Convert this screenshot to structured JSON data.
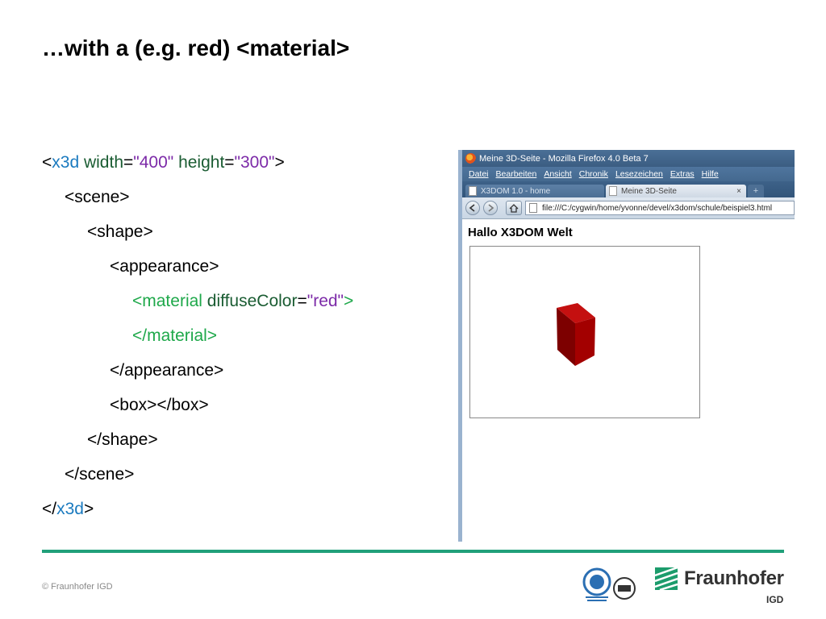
{
  "slide": {
    "title": "…with a (e.g. red) <material>",
    "footer": "© Fraunhofer IGD"
  },
  "code": {
    "l1": {
      "open": "<",
      "tag": "x3d",
      "a1": "width",
      "eq1": "=",
      "v1": "\"400\"",
      "a2": "height",
      "eq2": "=",
      "v2": "\"300\"",
      "close": ">"
    },
    "l2": "<scene>",
    "l3": "<shape>",
    "l4": "<appearance>",
    "l5": {
      "tag": "<material",
      "attr": "diffuseColor",
      "eq": "=",
      "val": "\"red\"",
      "close": ">"
    },
    "l6": "</material>",
    "l7": "</appearance>",
    "l8": "<box></box>",
    "l9": "</shape>",
    "l10": "</scene>",
    "l11": {
      "open": "</",
      "tag": "x3d",
      "close": ">"
    }
  },
  "browser": {
    "window_title": "Meine 3D-Seite - Mozilla Firefox 4.0 Beta 7",
    "menu": [
      "Datei",
      "Bearbeiten",
      "Ansicht",
      "Chronik",
      "Lesezeichen",
      "Extras",
      "Hilfe"
    ],
    "tabs": [
      {
        "label": "X3DOM 1.0 - home",
        "active": false
      },
      {
        "label": "Meine 3D-Seite",
        "active": true
      }
    ],
    "tab_close": "×",
    "new_tab": "+",
    "url": "file:///C:/cygwin/home/yvonne/devel/x3dom/schule/beispiel3.html",
    "heading": "Hallo X3DOM Welt"
  },
  "colors": {
    "accent": "#21a07a",
    "cube_front": "#a30000",
    "cube_top": "#c41010",
    "cube_side": "#7d0000"
  },
  "logos": {
    "fraunhofer_name": "Fraunhofer",
    "fraunhofer_unit": "IGD"
  }
}
